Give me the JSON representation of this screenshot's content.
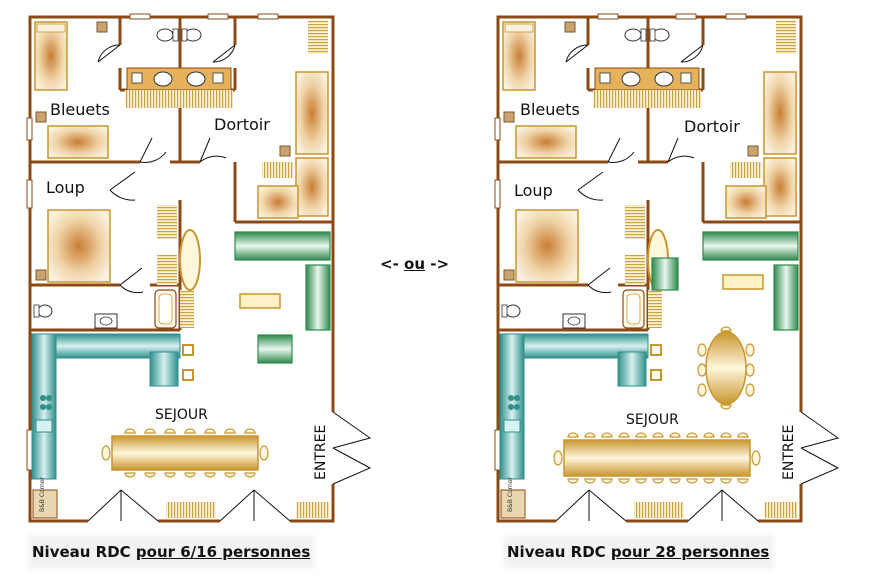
{
  "plan_left": {
    "rooms": {
      "bleuets": "Bleuets",
      "dortoir": "Dortoir",
      "loup": "Loup",
      "sejour": "SEJOUR",
      "entree": "ENTREE",
      "bbcorner": "B&B Corner"
    },
    "caption_prefix": "Niveau RDC ",
    "caption_underlined": "pour 6/16 personnes"
  },
  "plan_right": {
    "rooms": {
      "bleuets": "Bleuets",
      "dortoir": "Dortoir",
      "loup": "Loup",
      "sejour": "SEJOUR",
      "entree": "ENTREE",
      "bbcorner": "B&B Corner"
    },
    "caption_prefix": "Niveau RDC ",
    "caption_underlined": "pour 28 personnes"
  },
  "separator": {
    "left": "<- ",
    "word": "ou",
    "right": " ->"
  },
  "colors": {
    "wall": "#8B4A14",
    "furniture": "#E8C98A",
    "bed": "#F3E0B5",
    "green_sofa": "#5FAE73",
    "teal_kitchen": "#49A9A6",
    "gold_chair": "#D9A93C"
  }
}
